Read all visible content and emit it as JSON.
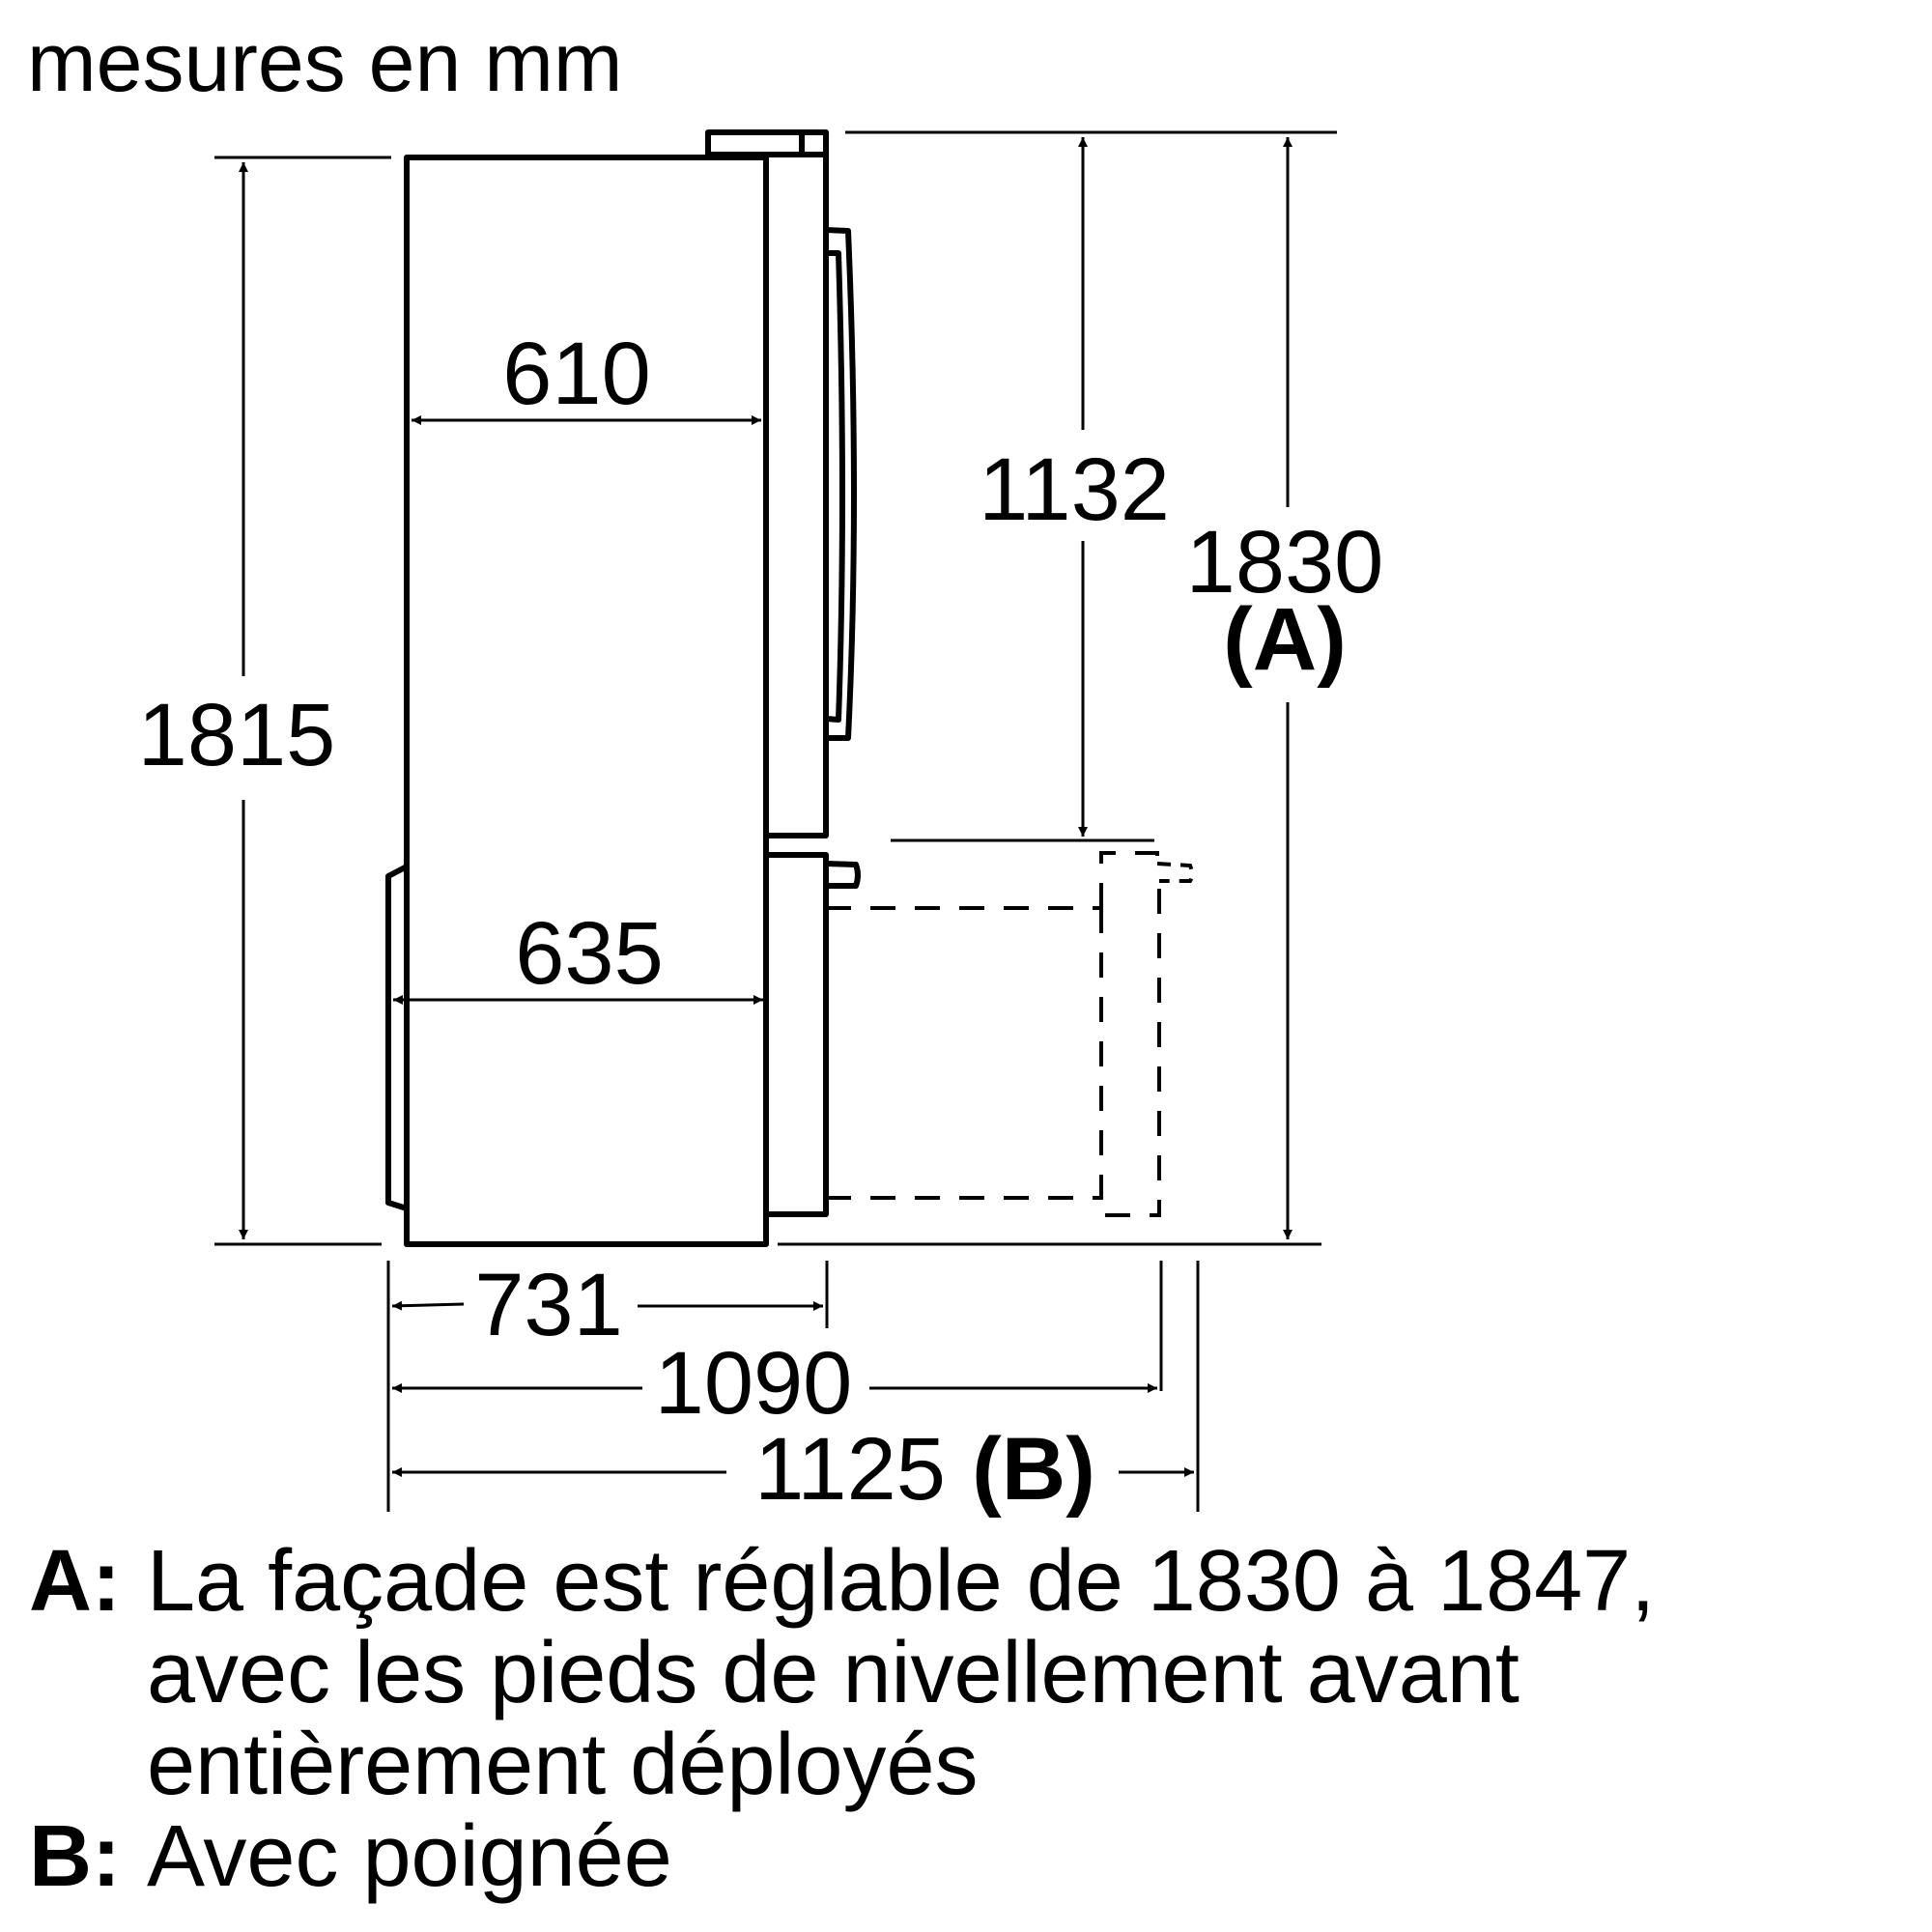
{
  "title": "mesures en mm",
  "dimensions": {
    "height_body": "1815",
    "depth_top": "610",
    "depth_bottom": "635",
    "height_door_upper": "1132",
    "height_total": "1830",
    "height_total_note": "(A)",
    "depth_door_open": "731",
    "depth_drawer_open": "1090",
    "depth_with_handle": "1125",
    "depth_with_handle_note": "(B)"
  },
  "notes": [
    {
      "key": "A:",
      "text": "La façade est réglable de 1830 à 1847,\navec les pieds de nivellement avant\nentièrement déployés"
    },
    {
      "key": "B:",
      "text": "Avec poignée"
    }
  ]
}
